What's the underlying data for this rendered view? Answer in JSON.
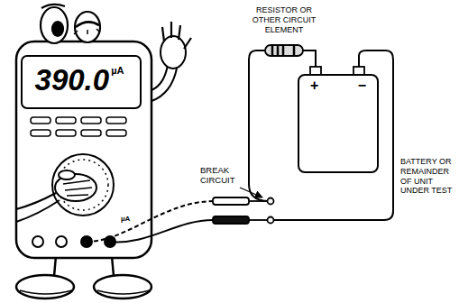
{
  "diagram": {
    "nodes": [
      {
        "text": [
          "390.0",
          "µA"
        ]
      },
      {
        "text": [
          "+",
          "−"
        ]
      }
    ],
    "labels": [
      "RESISTOR OR OTHER CIRCUIT ELEMENT",
      "BREAK CIRCUIT",
      "BATTERY OR REMAINDER OF UNIT UNDER TEST",
      "µA"
    ]
  }
}
